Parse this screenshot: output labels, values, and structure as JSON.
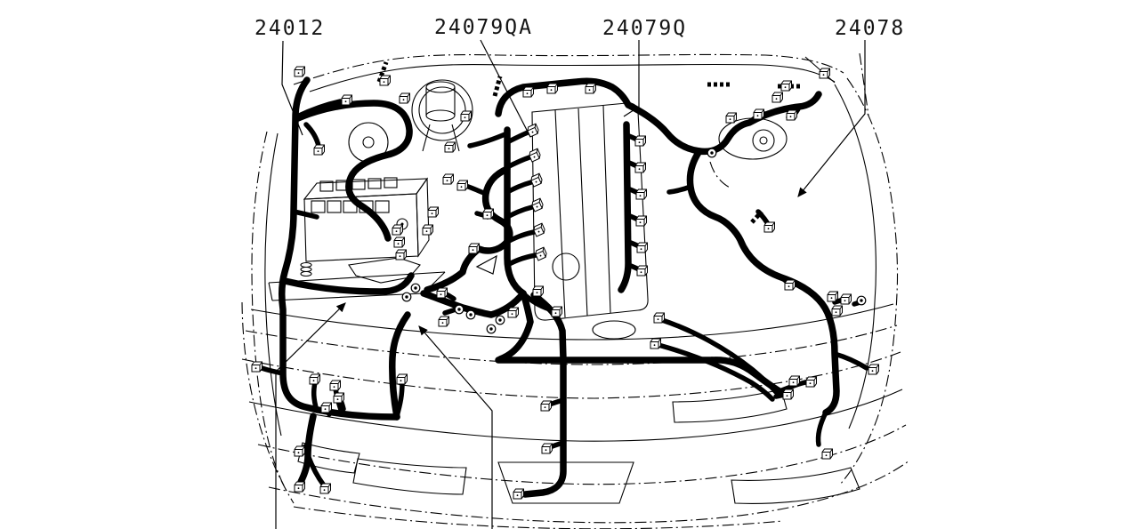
{
  "figure": {
    "kind": "engine wiring harness parts diagram",
    "view": "engine compartment, top view line drawing",
    "background_color": "#ffffff",
    "line_color": "#000000"
  },
  "callouts": [
    {
      "part_number": "24012"
    },
    {
      "part_number": "24079QA"
    },
    {
      "part_number": "24079Q"
    },
    {
      "part_number": "24078"
    }
  ]
}
